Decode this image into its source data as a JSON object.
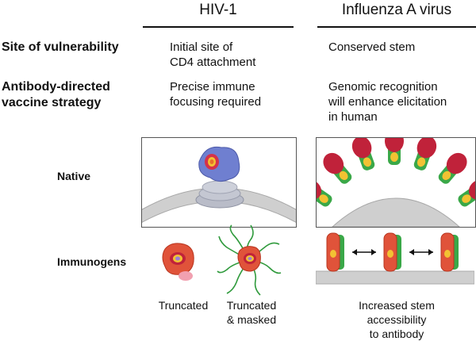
{
  "columns": {
    "hiv": "HIV-1",
    "flu": "Influenza A virus"
  },
  "rows": {
    "site": {
      "label": "Site of vulnerability",
      "hiv": [
        "Initial site of",
        "CD4 attachment"
      ],
      "flu": [
        "Conserved stem"
      ]
    },
    "strategy": {
      "label": [
        "Antibody-directed",
        "vaccine strategy"
      ],
      "hiv": [
        "Precise immune",
        "focusing required"
      ],
      "flu": [
        "Genomic recognition",
        "will enhance elicitation",
        "in human"
      ]
    }
  },
  "panels": {
    "native_label": "Native",
    "immunogens_label": "Immunogens"
  },
  "captions": {
    "hiv_truncated": "Truncated",
    "hiv_truncated_masked": [
      "Truncated",
      "& masked"
    ],
    "flu_stem": [
      "Increased stem",
      "accessibility",
      "to antibody"
    ]
  },
  "colors": {
    "hiv_envelope": "#6f7fd0",
    "membrane": "#cfcfcf",
    "hemagglutinin_head": "#c0223a",
    "stem_green": "#3aa848",
    "core_orange": "#f08a1c",
    "glycan_green": "#2f9a3c"
  }
}
